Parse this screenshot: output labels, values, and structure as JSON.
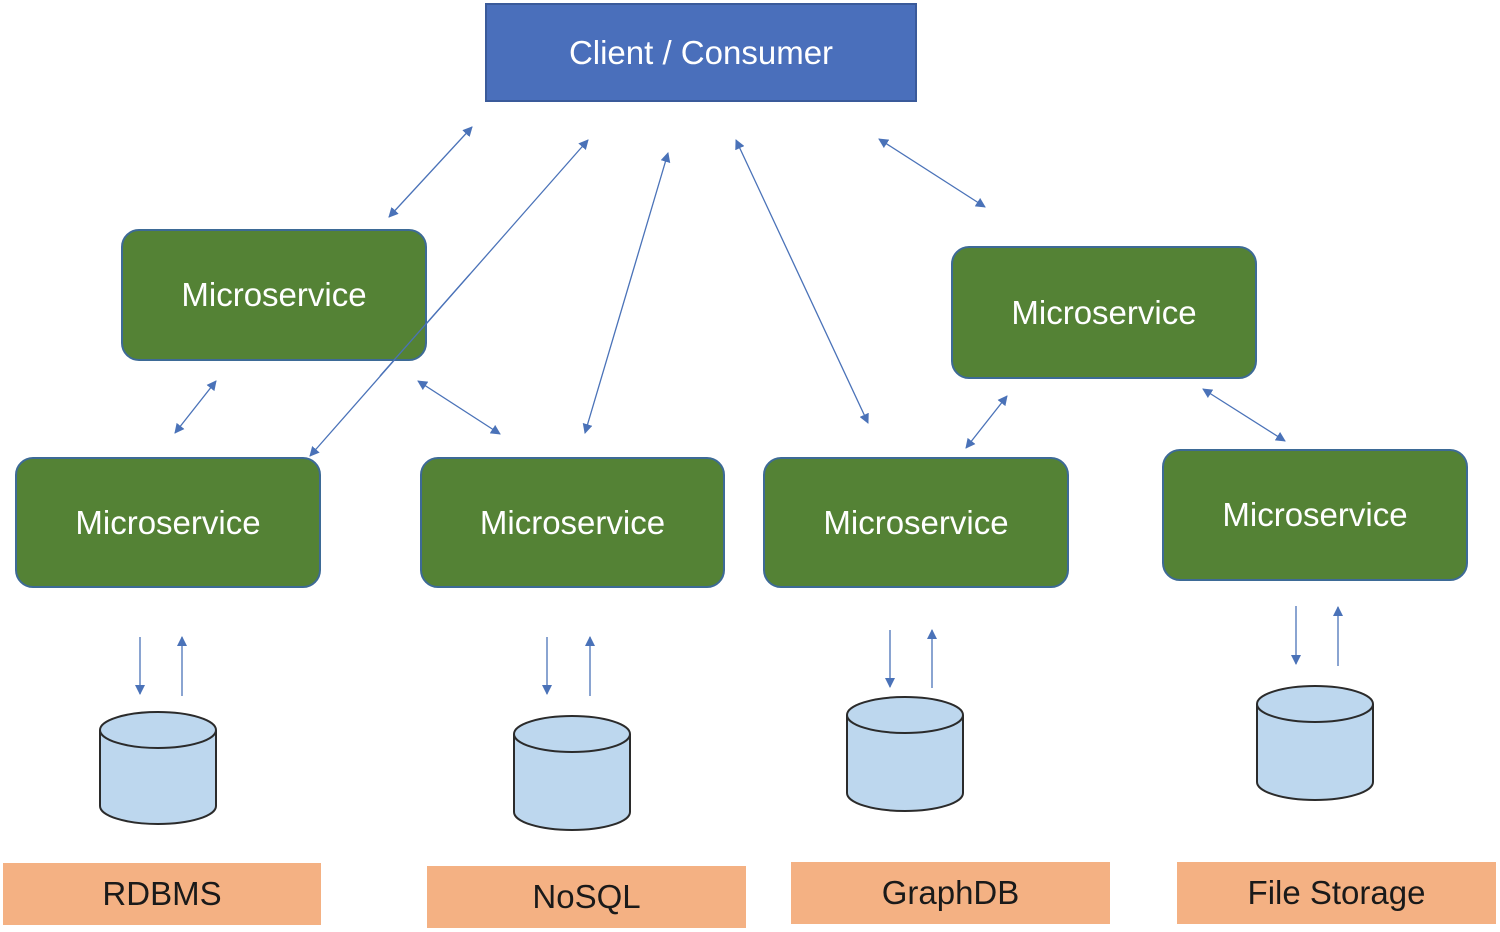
{
  "client": {
    "label": "Client / Consumer"
  },
  "microservices": [
    {
      "label": "Microservice"
    },
    {
      "label": "Microservice"
    },
    {
      "label": "Microservice"
    },
    {
      "label": "Microservice"
    },
    {
      "label": "Microservice"
    },
    {
      "label": "Microservice"
    }
  ],
  "stores": [
    {
      "label": "RDBMS"
    },
    {
      "label": "NoSQL"
    },
    {
      "label": "GraphDB"
    },
    {
      "label": "File Storage"
    }
  ],
  "colors": {
    "client_fill": "#4a6fbb",
    "microservice_fill": "#548235",
    "database_fill": "#bdd7ee",
    "label_fill": "#f4b183",
    "arrow": "#4a72b8"
  }
}
